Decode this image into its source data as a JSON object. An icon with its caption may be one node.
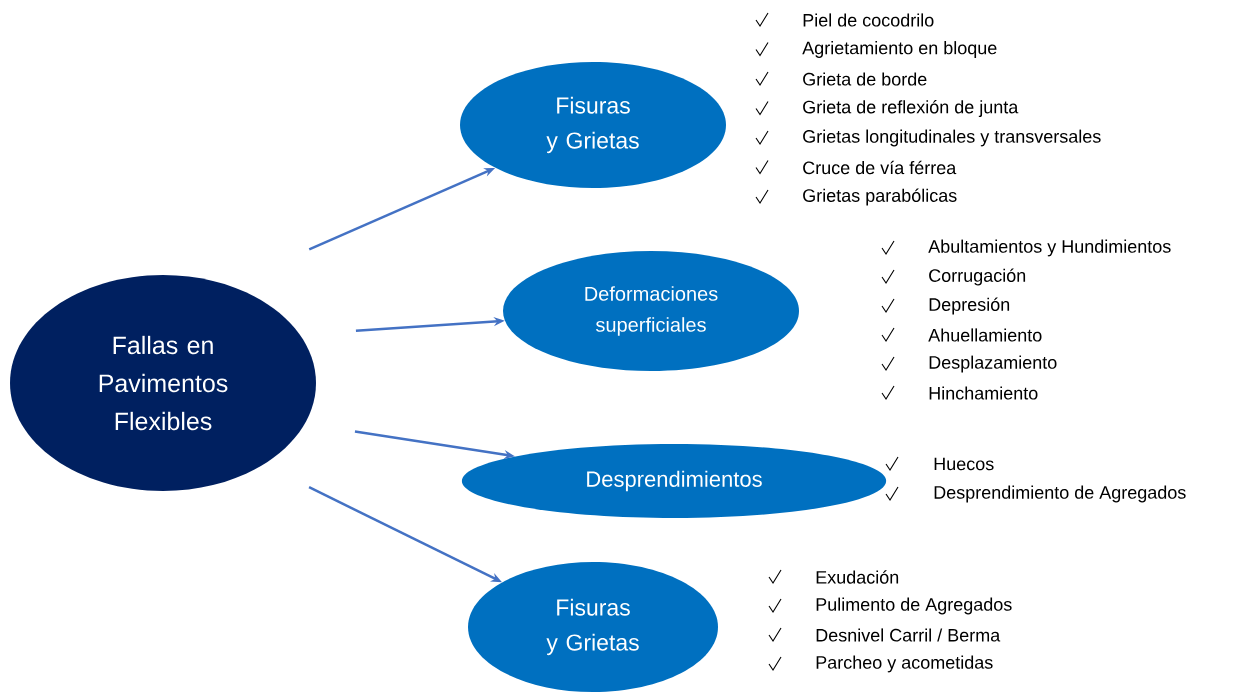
{
  "diagram": {
    "nodes": [
      {
        "text": [
          "Fallas en Pavimentos Flexibles"
        ]
      },
      {
        "text": [
          "Fisuras y Grietas"
        ],
        "beside": [
          "Piel de cocodrilo",
          "Agrietamiento en bloque",
          "Grieta de borde",
          "Grieta de reflexión de junta",
          "Grietas longitudinales y transversales",
          "Cruce de vía férrea",
          "Grietas parabólicas"
        ]
      },
      {
        "text": [
          "Deformaciones superficiales"
        ],
        "beside": [
          "Abultamientos y Hundimientos",
          "Corrugación",
          "Depresión",
          "Ahuellamiento",
          "Desplazamiento",
          "Hinchamiento"
        ]
      },
      {
        "text": [
          "Desprendimientos"
        ],
        "beside": [
          "Huecos",
          "Desprendimiento de Agregados"
        ]
      },
      {
        "text": [
          "Fisuras y Grietas"
        ],
        "beside": [
          "Exudación",
          "Pulimento de Agregados",
          "Desnivel Carril / Berma",
          "Parcheo y acometidas"
        ]
      }
    ],
    "edges": [
      {
        "from": 0,
        "to": 1,
        "arrow": "to"
      },
      {
        "from": 0,
        "to": 2,
        "arrow": "to"
      },
      {
        "from": 0,
        "to": 3,
        "arrow": "to"
      },
      {
        "from": 0,
        "to": 4,
        "arrow": "to"
      }
    ]
  }
}
